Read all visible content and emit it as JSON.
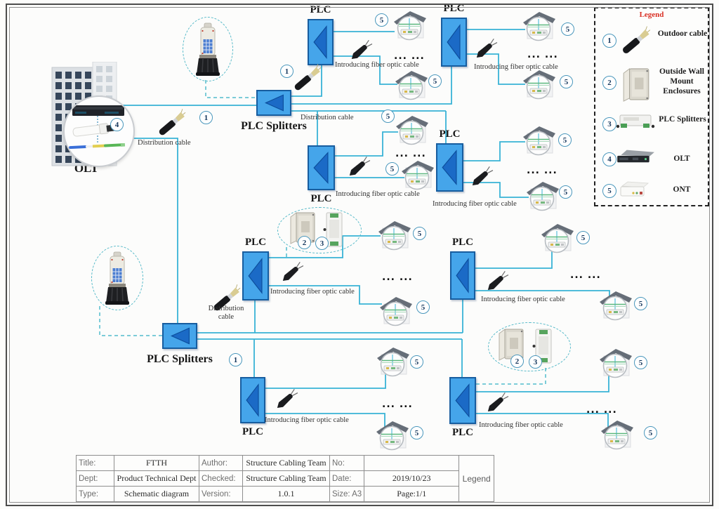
{
  "diagram": {
    "labels": {
      "plc": "PLC",
      "plc_splitters": "PLC Splitters",
      "olt": "OLT",
      "distribution_cable": "Distribution cable",
      "introducing_cable": "Introducing fiber optic cable",
      "dots": "... ..."
    },
    "badges": {
      "b1": "1",
      "b2": "2",
      "b3": "3",
      "b4": "4",
      "b5": "5"
    },
    "colors": {
      "fiber_line": "#38b2d6",
      "plc_box": "#45a5ea",
      "plc_triangle": "#1b6ac6",
      "legend_title": "#d93025"
    }
  },
  "legend": {
    "title": "Legend",
    "items": [
      {
        "num": "1",
        "label": "Outdoor cable",
        "icon": "outdoor-cable-icon"
      },
      {
        "num": "2",
        "label": "Outside Wall Mount Enclosures",
        "icon": "wall-mount-enclosure-icon"
      },
      {
        "num": "3",
        "label": "PLC Splitters",
        "icon": "plc-splitter-icon"
      },
      {
        "num": "4",
        "label": "OLT",
        "icon": "olt-icon"
      },
      {
        "num": "5",
        "label": "ONT",
        "icon": "ont-icon"
      }
    ]
  },
  "title_block": {
    "legend_cell": "Legend",
    "rows": [
      {
        "c1": "Title:",
        "c2": "FTTH",
        "c3": "Author:",
        "c4": "Structure Cabling Team",
        "c5": "No:",
        "c6": ""
      },
      {
        "c1": "Dept:",
        "c2": "Product Technical Dept",
        "c3": "Checked:",
        "c4": "Structure Cabling Team",
        "c5": "Date:",
        "c6": "2019/10/23"
      },
      {
        "c1": "Type:",
        "c2": "Schematic diagram",
        "c3": "Version:",
        "c4": "1.0.1",
        "c5": "Size: A3",
        "c6": "Page:1/1"
      }
    ]
  }
}
